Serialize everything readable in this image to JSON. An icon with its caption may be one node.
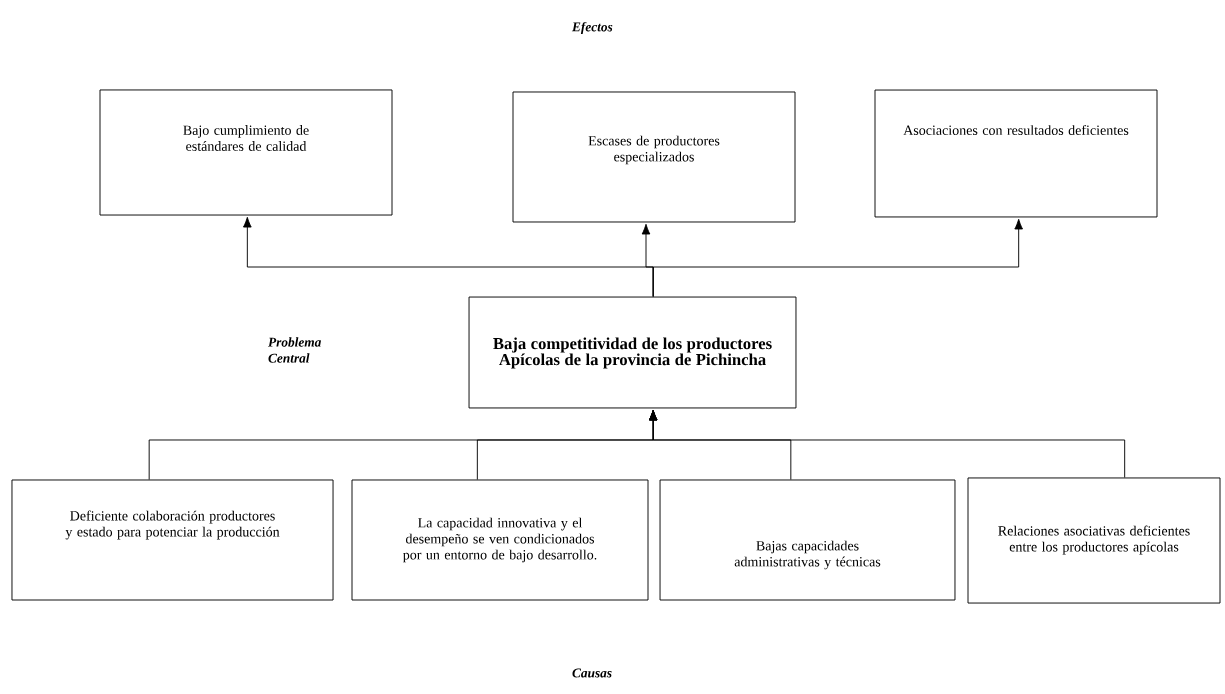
{
  "diagram": {
    "nodes": [
      {
        "text": [
          "Bajo cumplimiento de estándares de calidad"
        ]
      },
      {
        "text": [
          "Escases de productores especializados"
        ]
      },
      {
        "text": [
          "Asociaciones con resultados deficientes"
        ]
      },
      {
        "text": [
          "Baja competitividad de los productores Apícolas de la provincia de Pichincha"
        ]
      },
      {
        "text": [
          "Deficiente colaboración productores y estado para potenciar la producción"
        ]
      },
      {
        "text": [
          "La capacidad innovativa y el desempeño se ven condicionados por un entorno de bajo desarrollo."
        ]
      },
      {
        "text": [
          "Bajas capacidades administrativas y técnicas"
        ]
      },
      {
        "text": [
          "Relaciones asociativas deficientes entre los productores apícolas"
        ]
      }
    ],
    "edges": [
      {
        "from": 3,
        "to": 0,
        "arrow": "to"
      },
      {
        "from": 3,
        "to": 1,
        "arrow": "to"
      },
      {
        "from": 3,
        "to": 2,
        "arrow": "to"
      },
      {
        "from": 4,
        "to": 3,
        "arrow": "to"
      },
      {
        "from": 5,
        "to": 3,
        "arrow": "to"
      },
      {
        "from": 6,
        "to": 3,
        "arrow": "to"
      },
      {
        "from": 7,
        "to": 3,
        "arrow": "to"
      }
    ],
    "labels": [
      "Efectos",
      "Problema Central",
      "Causas"
    ]
  }
}
